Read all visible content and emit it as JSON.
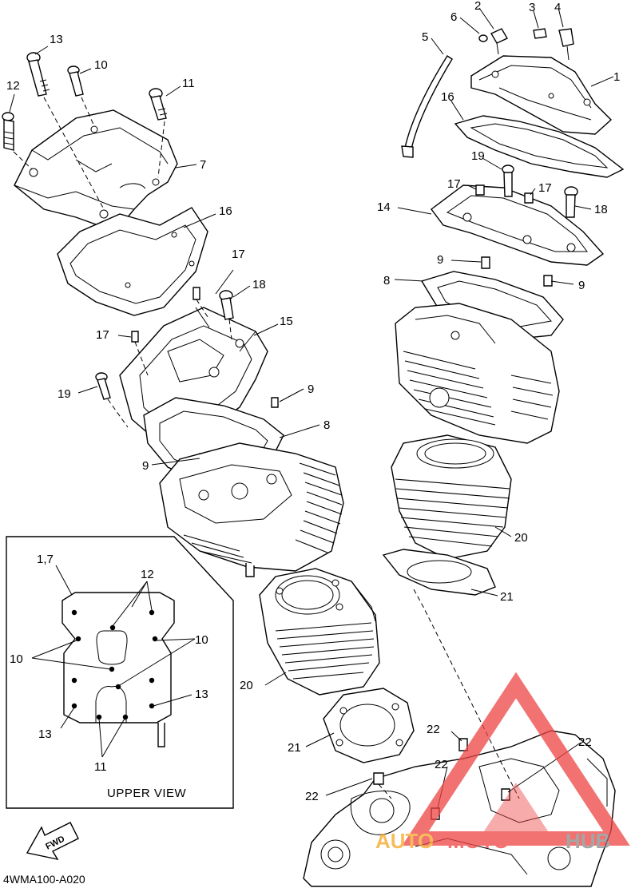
{
  "callouts": {
    "c1": "1",
    "c2": "2",
    "c3": "3",
    "c4": "4",
    "c5": "5",
    "c6": "6",
    "c7": "7",
    "c8a": "8",
    "c8b": "8",
    "c9a": "9",
    "c9b": "9",
    "c9c": "9",
    "c9d": "9",
    "c10": "10",
    "c11": "11",
    "c12": "12",
    "c13": "13",
    "c14": "14",
    "c15": "15",
    "c16a": "16",
    "c16b": "16",
    "c17a": "17",
    "c17b": "17",
    "c17c": "17",
    "c17d": "17",
    "c18a": "18",
    "c18b": "18",
    "c19a": "19",
    "c19b": "19",
    "c20a": "20",
    "c20b": "20",
    "c21a": "21",
    "c21b": "21",
    "c22a": "22",
    "c22b": "22",
    "c22c": "22",
    "c22d": "22"
  },
  "upper_view": {
    "caption": "UPPER VIEW",
    "label_1_7": "1,7",
    "label_12": "12",
    "label_10_left": "10",
    "label_10_right": "10",
    "label_13_left": "13",
    "label_13_right": "13",
    "label_11": "11"
  },
  "fwd_label": "FWD",
  "reference_code": "4WMA100-A020",
  "watermark": {
    "text_auto": "AUTO",
    "text_moto": "MOTO",
    "text_hub": "HUB",
    "color_red": "#ee4444",
    "color_orange": "#f5a623",
    "color_gray": "#888888"
  }
}
